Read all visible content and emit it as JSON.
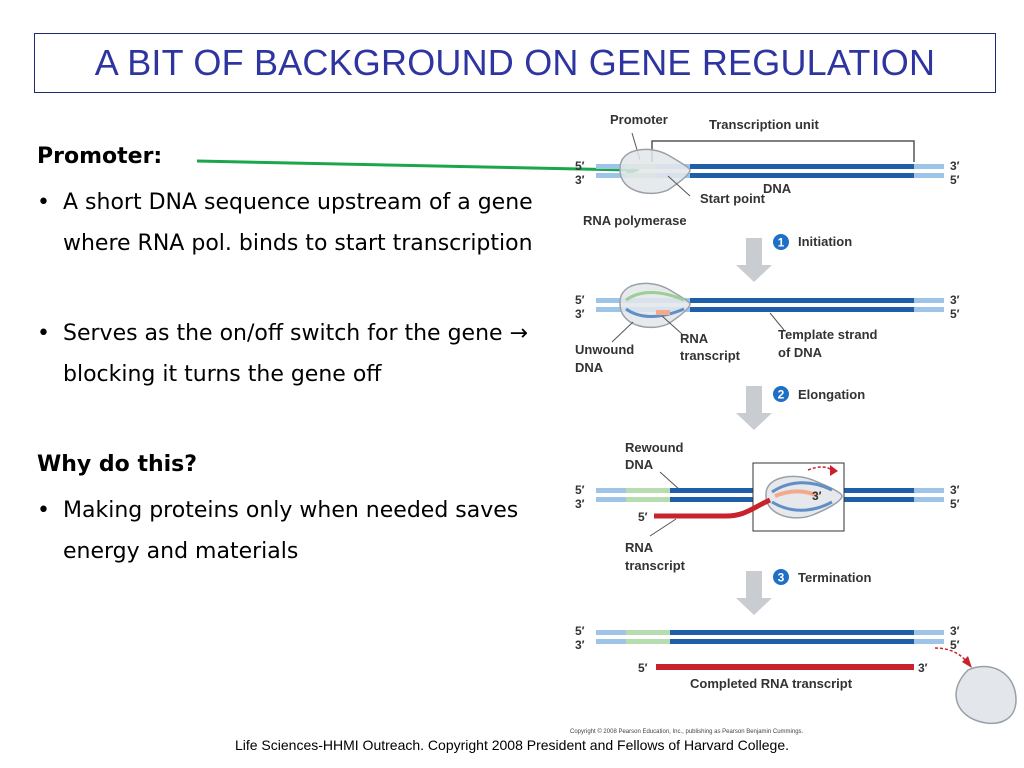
{
  "slide": {
    "title": "A BIT OF BACKGROUND ON GENE REGULATION",
    "promoter_heading": "Promoter:",
    "bullets_promoter": [
      " A short DNA sequence upstream of a gene where RNA pol. binds to start transcription",
      " Serves as the on/off switch for the gene → blocking it turns the gene off"
    ],
    "why_heading": "Why do this?",
    "bullets_why": [
      "Making proteins only when needed saves energy and materials"
    ],
    "bullet_symbol": "•",
    "footer": "Life Sciences-HHMI Outreach. Copyright 2008 President and Fellows of Harvard College."
  },
  "diagram": {
    "labels": {
      "promoter": "Promoter",
      "transcription_unit": "Transcription unit",
      "five_prime": "5′",
      "three_prime": "3′",
      "dna": "DNA",
      "start_point": "Start point",
      "rna_polymerase": "RNA polymerase",
      "step1_num": "1",
      "step1": "Initiation",
      "unwound_dna_1": "Unwound",
      "unwound_dna_2": "DNA",
      "rna_transcript_1": "RNA",
      "rna_transcript_2": "transcript",
      "template_1": "Template strand",
      "template_2": "of DNA",
      "step2_num": "2",
      "step2": "Elongation",
      "rewound_1": "Rewound",
      "rewound_2": "DNA",
      "step3_num": "3",
      "step3": "Termination",
      "completed": "Completed RNA transcript"
    },
    "copyright": "Copyright © 2008 Pearson Education, Inc., publishing as Pearson Benjamin Cummings."
  },
  "colors": {
    "title": "#2e35a0",
    "dna_dark": "#1f5fa8",
    "dna_light": "#9ec5e8",
    "rna": "#c8232c",
    "arrow_green": "#1aa64a",
    "step_circle": "#1f6fc6"
  }
}
